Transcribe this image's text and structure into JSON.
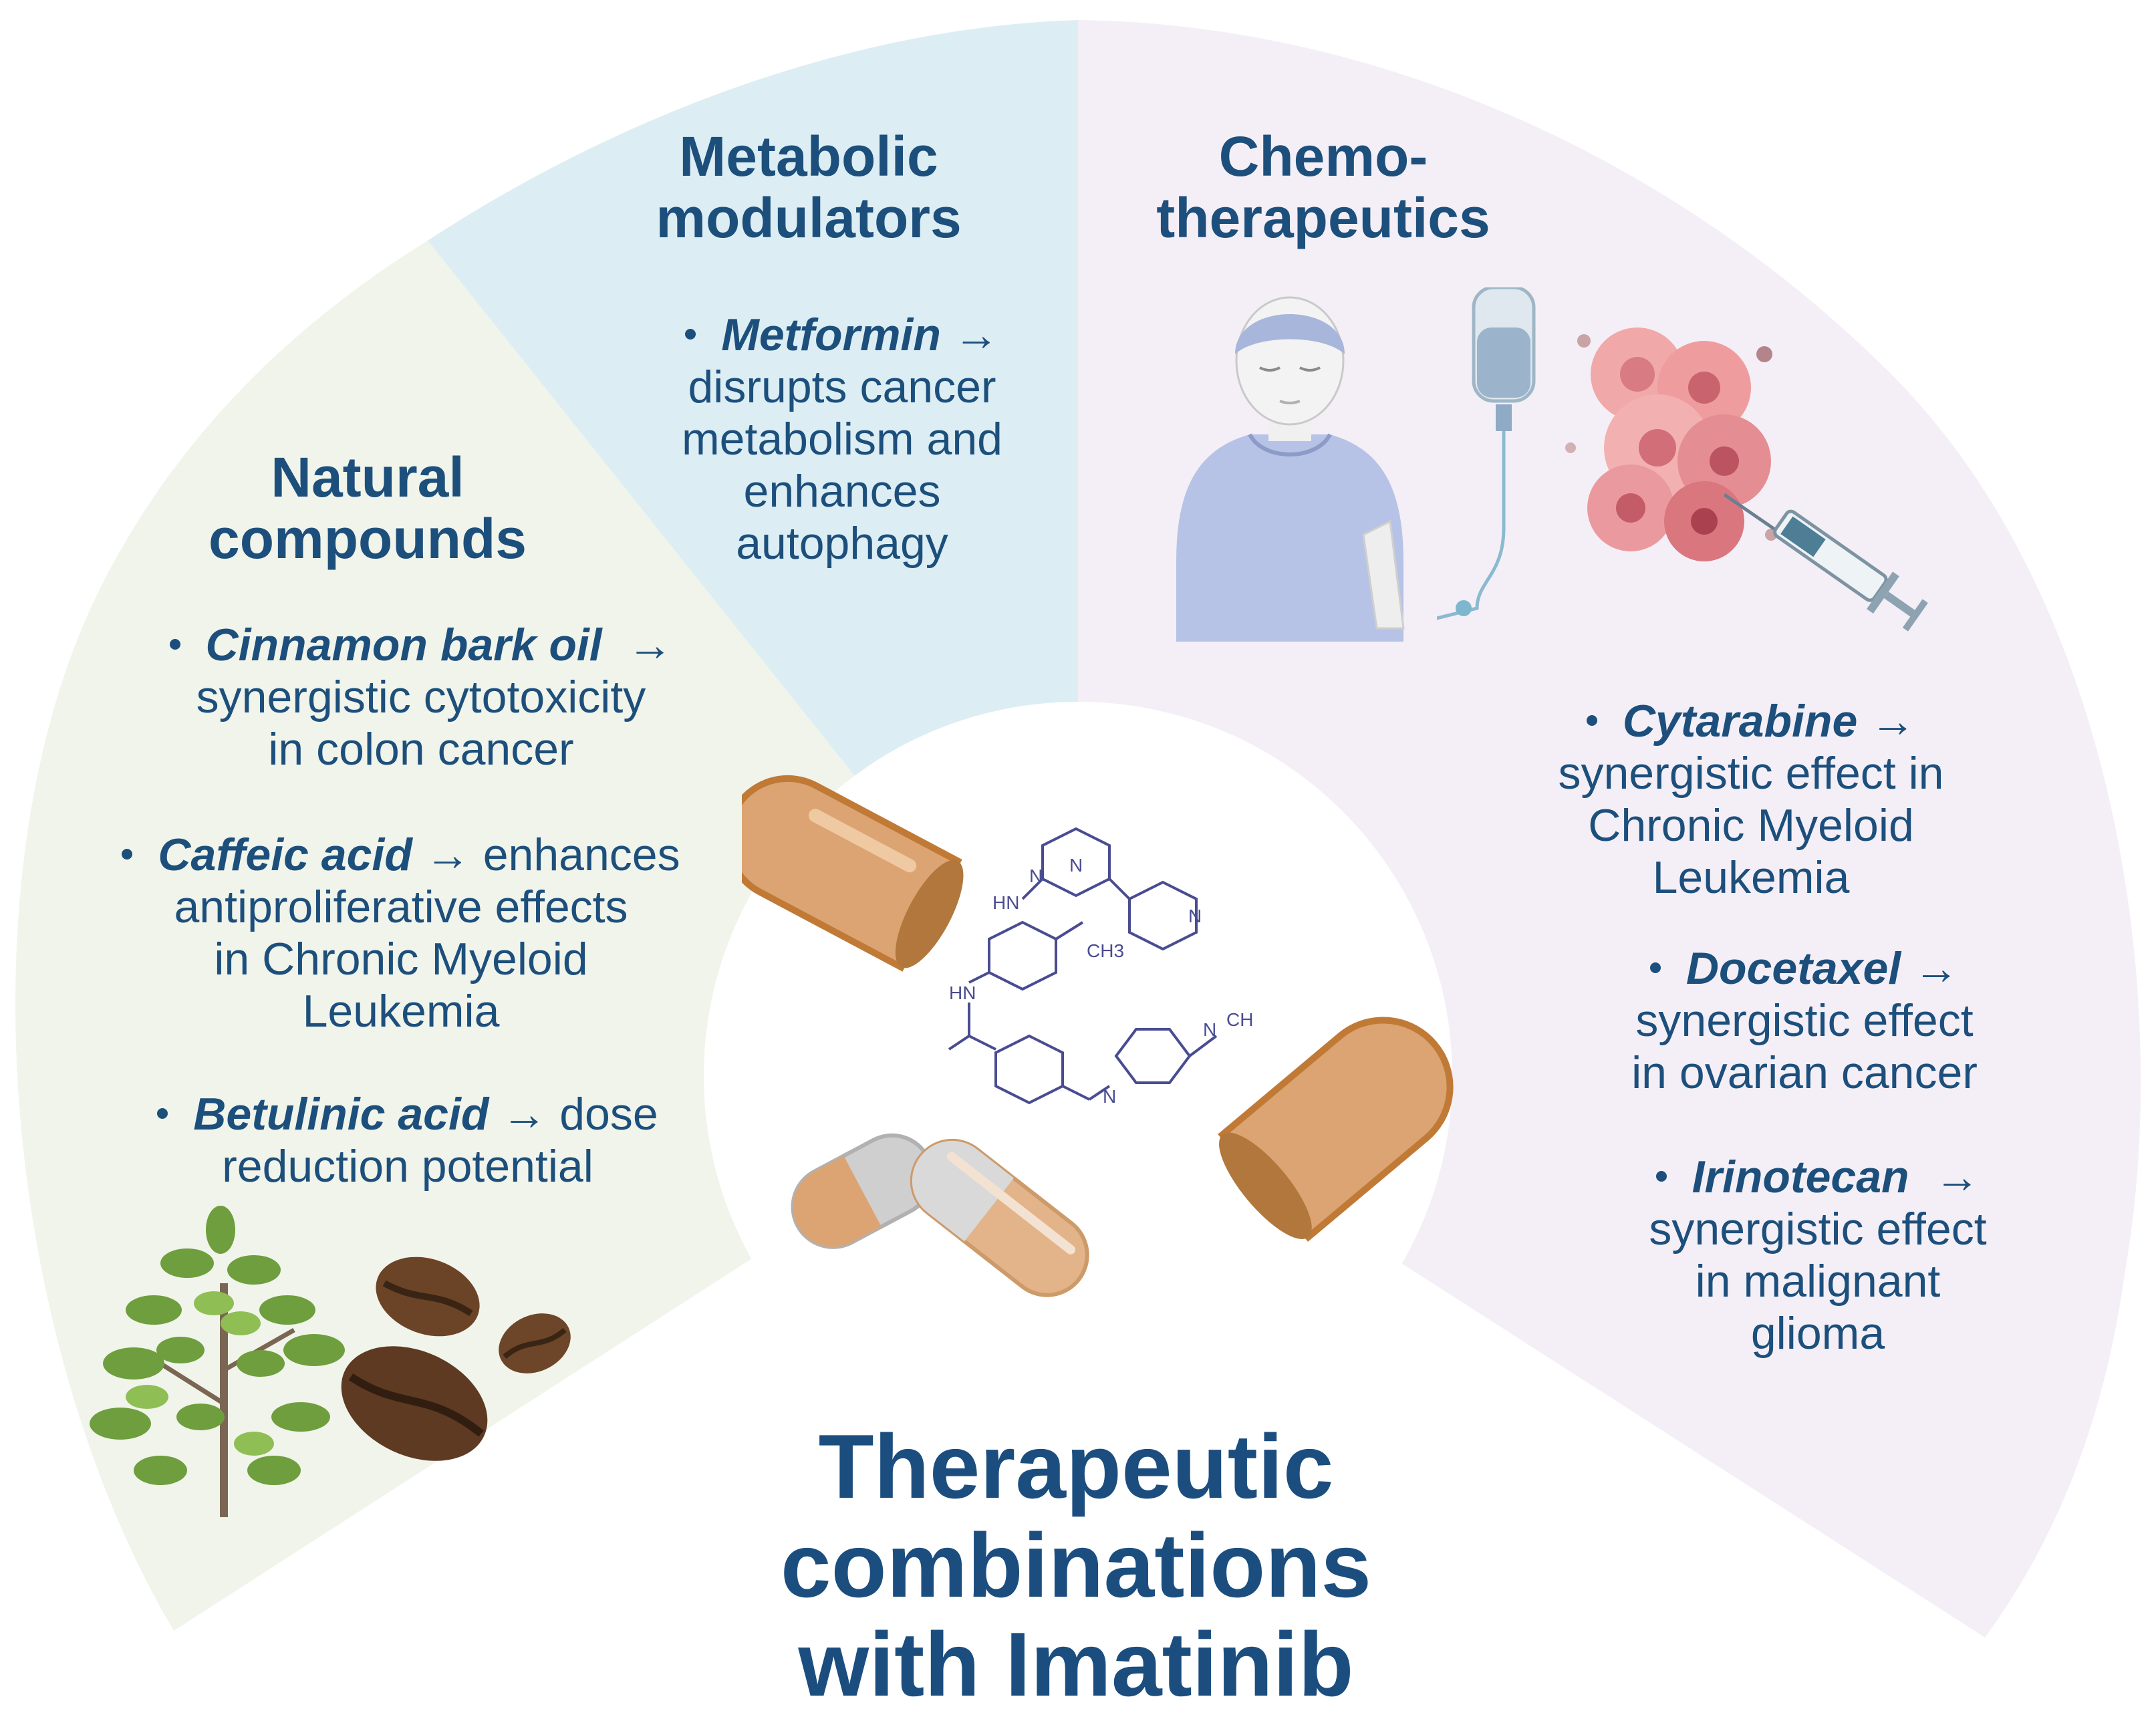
{
  "title_line1": "Therapeutic combinations",
  "title_line2": "with Imatinib",
  "arrow": "→",
  "colors": {
    "natural_bg": "#f1f4ea",
    "metabolic_bg": "#dceef3",
    "chemo_bg": "#f4eff6",
    "text": "#1d4f7c",
    "capsule_orange": "#d9a26e",
    "capsule_grey": "#cfcfcf",
    "molecule": "#4a4c91"
  },
  "natural": {
    "heading_line1": "Natural",
    "heading_line2": "compounds",
    "items": [
      {
        "drug": "Cinnamon bark oil",
        "lines": [
          "synergistic cytotoxicity",
          "in colon cancer"
        ]
      },
      {
        "drug": "Caffeic acid",
        "first_tail": "enhances",
        "lines": [
          "antiproliferative effects",
          "in Chronic Myeloid",
          "Leukemia"
        ]
      },
      {
        "drug": "Betulinic acid",
        "first_tail": "dose",
        "lines": [
          "reduction potential"
        ]
      }
    ],
    "icons": [
      "tree-icon",
      "coffee-bean-icon"
    ]
  },
  "metabolic": {
    "heading_line1": "Metabolic",
    "heading_line2": "modulators",
    "items": [
      {
        "drug": "Metformin",
        "lines": [
          "disrupts cancer",
          "metabolism and",
          "enhances",
          "autophagy"
        ]
      }
    ]
  },
  "chemo": {
    "heading_line1": "Chemo-",
    "heading_line2": "therapeutics",
    "items": [
      {
        "drug": "Cytarabine",
        "lines": [
          "synergistic effect in",
          "Chronic Myeloid",
          "Leukemia"
        ]
      },
      {
        "drug": "Docetaxel",
        "lines": [
          "synergistic effect",
          "in ovarian cancer"
        ]
      },
      {
        "drug": "Irinotecan",
        "lines": [
          "synergistic effect",
          "in malignant",
          "glioma"
        ]
      }
    ],
    "icons": [
      "patient-icon",
      "iv-bag-icon",
      "cancer-cells-icon",
      "syringe-icon"
    ]
  },
  "molecule_labels": {
    "n": "N",
    "hn": "HN",
    "ch3": "CH3",
    "ch": "CH"
  },
  "center_icons": [
    "capsule-icon",
    "imatinib-molecule-icon"
  ]
}
